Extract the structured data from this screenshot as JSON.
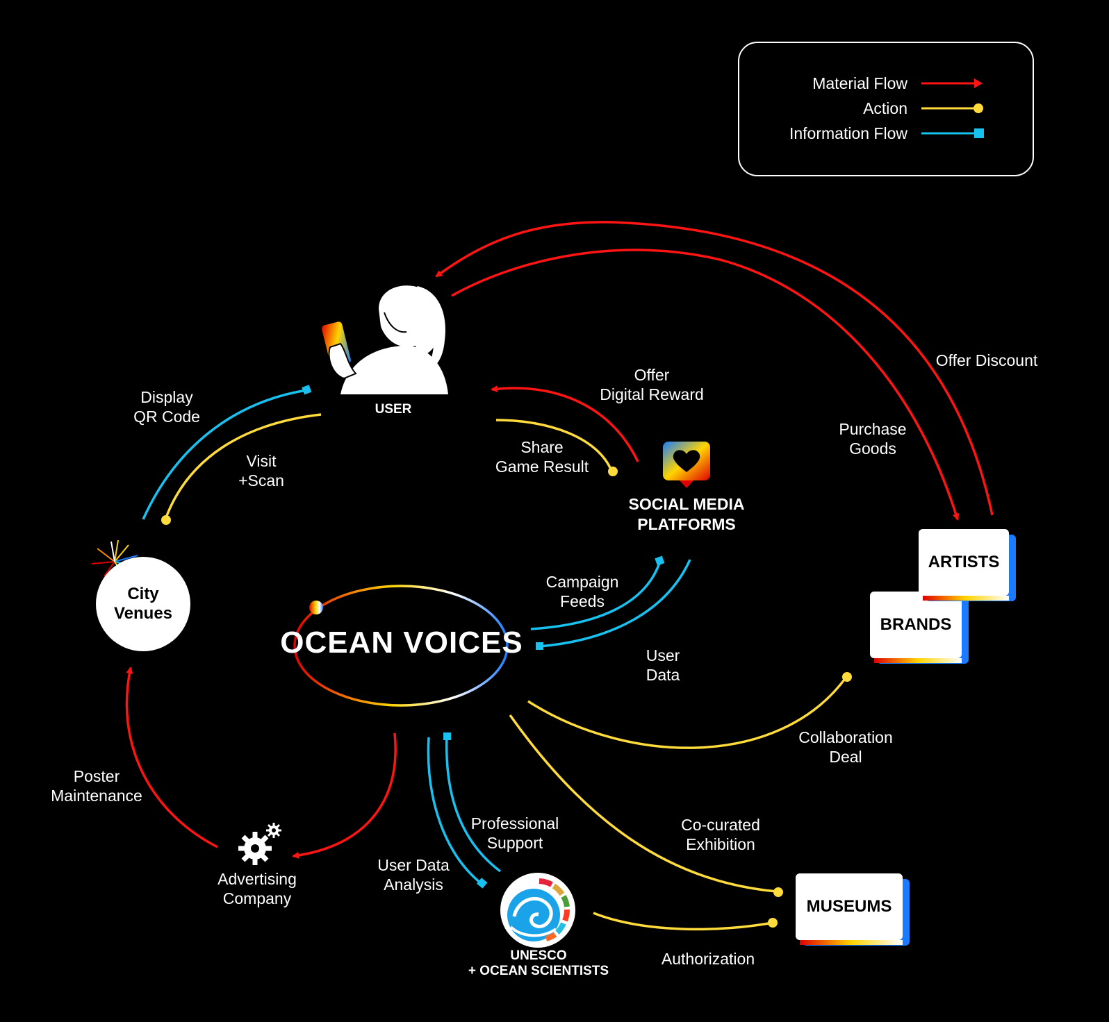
{
  "legend": {
    "material_flow": "Material Flow",
    "action": "Action",
    "information_flow": "Information Flow"
  },
  "colors": {
    "material": "#ff1414",
    "action": "#ffdb3b",
    "information": "#18c2f0",
    "accent_blue": "#1a7bff"
  },
  "nodes": {
    "ocean_voices": "OCEAN VOICES",
    "user": "USER",
    "social_media_line1": "SOCIAL MEDIA",
    "social_media_line2": "PLATFORMS",
    "city_venues_line1": "City",
    "city_venues_line2": "Venues",
    "artists": "ARTISTS",
    "brands": "BRANDS",
    "museums": "MUSEUMS",
    "advertising_line1": "Advertising",
    "advertising_line2": "Company",
    "unesco_line1": "UNESCO",
    "unesco_line2": "+ OCEAN SCIENTISTS"
  },
  "edges": {
    "display_qr_1": "Display",
    "display_qr_2": "QR Code",
    "visit_scan_1": "Visit",
    "visit_scan_2": "+Scan",
    "offer_reward_1": "Offer",
    "offer_reward_2": "Digital Reward",
    "share_result_1": "Share",
    "share_result_2": "Game Result",
    "offer_discount": "Offer Discount",
    "purchase_goods_1": "Purchase",
    "purchase_goods_2": "Goods",
    "campaign_feeds_1": "Campaign",
    "campaign_feeds_2": "Feeds",
    "user_data_1": "User",
    "user_data_2": "Data",
    "collab_deal_1": "Collaboration",
    "collab_deal_2": "Deal",
    "co_curated_1": "Co-curated",
    "co_curated_2": "Exhibition",
    "authorization": "Authorization",
    "professional_support_1": "Professional",
    "professional_support_2": "Support",
    "user_data_analysis_1": "User Data",
    "user_data_analysis_2": "Analysis",
    "poster_maintenance_1": "Poster",
    "poster_maintenance_2": "Maintenance"
  },
  "icons": {
    "user": "person-with-phone-icon",
    "social": "heart-speech-bubble-icon",
    "city": "starburst-icon",
    "advertising": "gears-icon",
    "unesco": "wave-logo-icon"
  }
}
